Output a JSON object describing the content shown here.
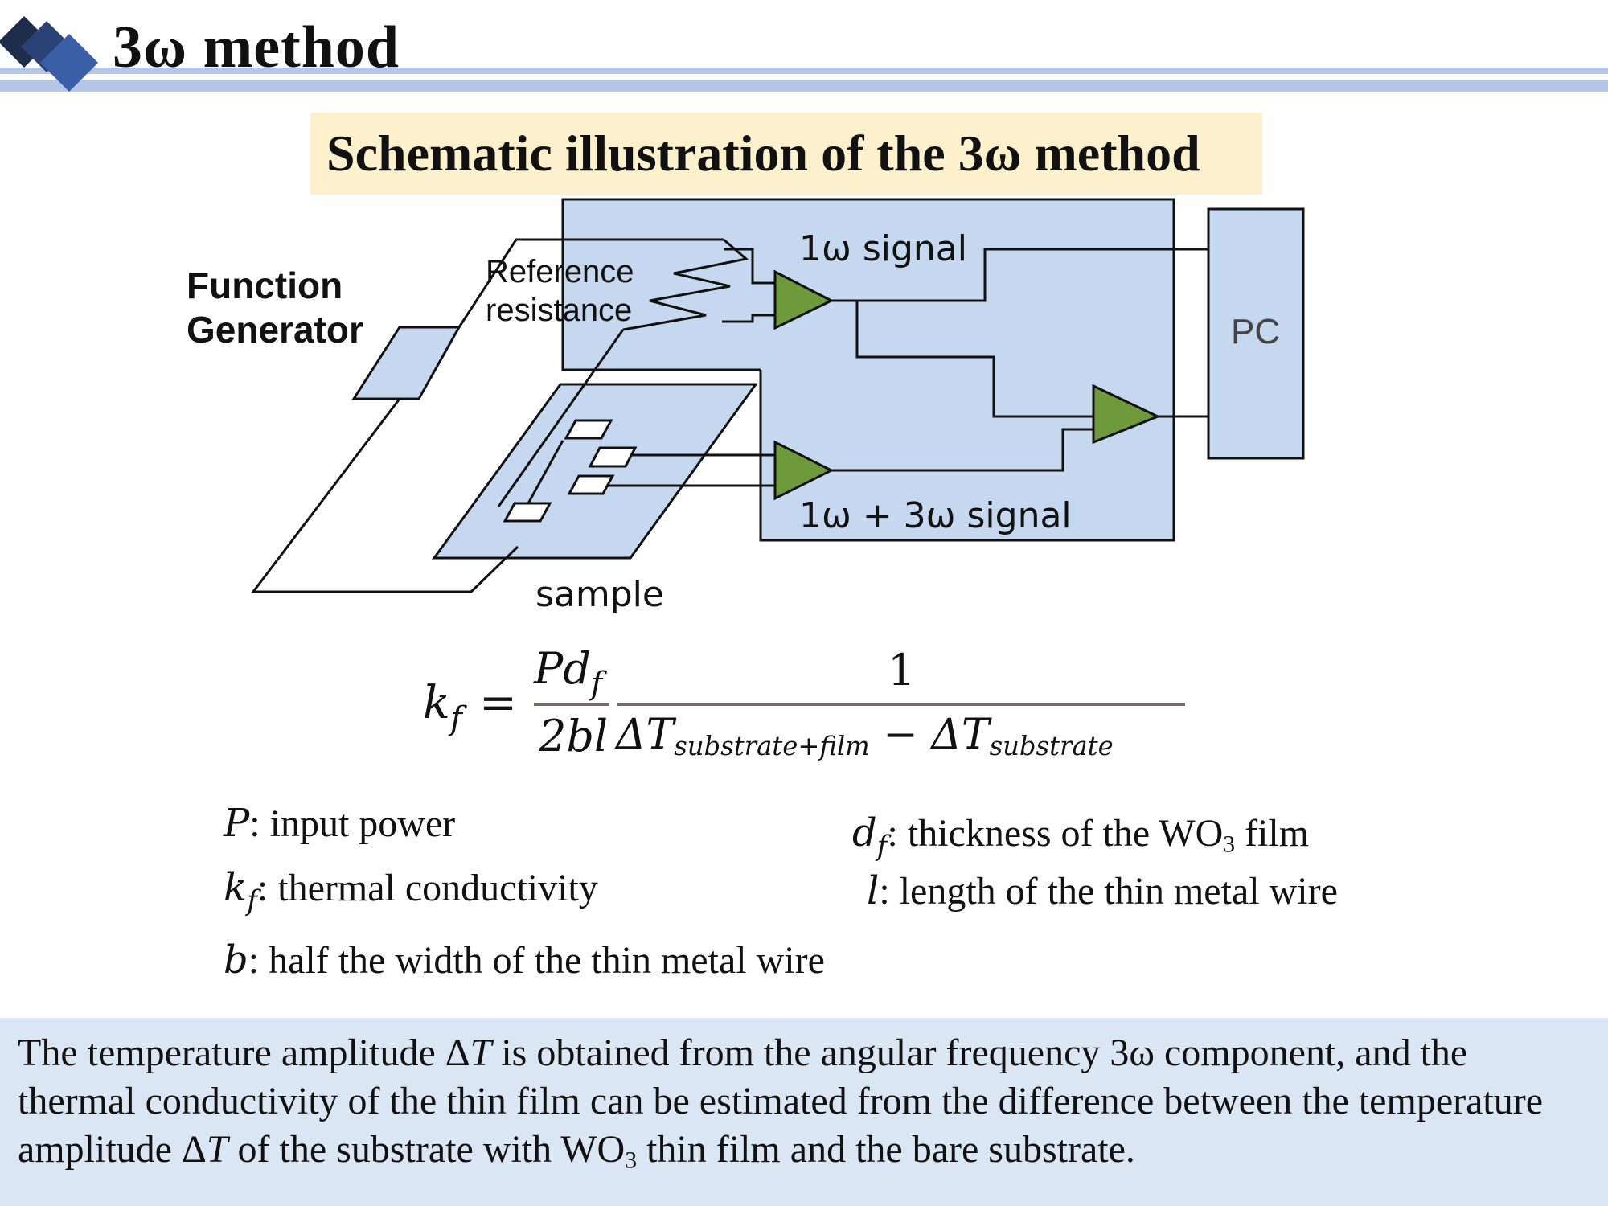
{
  "header": {
    "title": "3ω method"
  },
  "subtitle": "Schematic illustration of the 3ω method",
  "diagram": {
    "function_generator_line1": "Function",
    "function_generator_line2": "Generator",
    "reference_line1": "Reference",
    "reference_line2": "resistance",
    "signal_1w": "1ω signal",
    "signal_1w_3w": "1ω + 3ω signal",
    "pc": "PC",
    "sample": "sample",
    "colors": {
      "box_fill": "#c5d8f0",
      "amplifier": "#6e9a3c",
      "header_bar": "#b4c7e7",
      "subtitle_bg": "#fdf0cc"
    }
  },
  "formula": {
    "lhs": "k",
    "lhs_sub": "f",
    "eq": "=",
    "num1_a": "Pd",
    "num1_sub": "f",
    "den1": "2bl",
    "num2": "1",
    "den2_a": "ΔT",
    "den2_sub1": "substrate+film",
    "den2_minus": "−",
    "den2_b": "ΔT",
    "den2_sub2": "substrate"
  },
  "definitions": {
    "P_symbol": "P",
    "P_text": ": input power",
    "kf_symbol": "k",
    "kf_sub": "f",
    "kf_text": ": thermal conductivity",
    "b_symbol": "b",
    "b_text": ": half the width of the thin metal wire",
    "df_symbol": "d",
    "df_sub": "f",
    "df_text_a": ": thickness of the WO",
    "df_text_sub": "3",
    "df_text_b": " film",
    "l_symbol": "l",
    "l_text": ": length of the thin metal wire"
  },
  "bottom": {
    "t1": "The temperature amplitude Δ",
    "t1_T": "T",
    "t2": " is obtained from the angular frequency 3ω component, and the thermal conductivity of the thin film can be estimated from the difference between the temperature amplitude Δ",
    "t2_T": "T",
    "t3": " of the substrate with WO",
    "t3_sub": "3",
    "t4": " thin film and the bare substrate."
  }
}
